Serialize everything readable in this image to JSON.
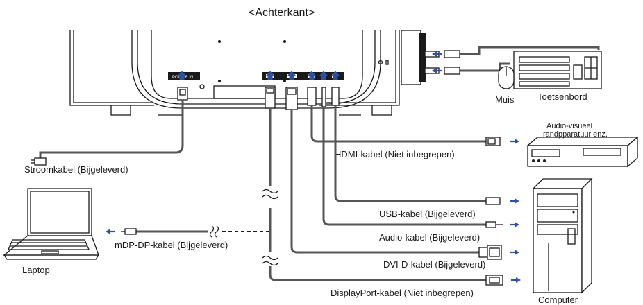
{
  "title": "<Achterkant>",
  "port_labels": {
    "power": "POWER IN"
  },
  "devices": {
    "keyboard": "Toetsenbord",
    "mouse": "Muis",
    "av_line1": "Audio-visueel",
    "av_line2": "randpparatuur enz.",
    "computer": "Computer",
    "laptop": "Laptop"
  },
  "cables": {
    "power": "Stroomkabel (Bijgeleverd)",
    "hdmi": "HDMI-kabel (Niet inbegrepen)",
    "usb": "USB-kabel (Bijgeleverd)",
    "audio": "Audio-kabel (Bijgeleverd)",
    "dvi": "DVI-D-kabel (Bijgeleverd)",
    "displayport": "DisplayPort-kabel (Niet inbegrepen)",
    "mdp": "mDP-DP-kabel (Bijgeleverd)"
  },
  "colors": {
    "arrow": "#2f4fa0",
    "ink": "#1a1a1a",
    "cable": "#555555"
  },
  "icons": [
    "up-arrow-icon",
    "right-arrow-icon",
    "left-arrow-icon",
    "break-icon"
  ]
}
